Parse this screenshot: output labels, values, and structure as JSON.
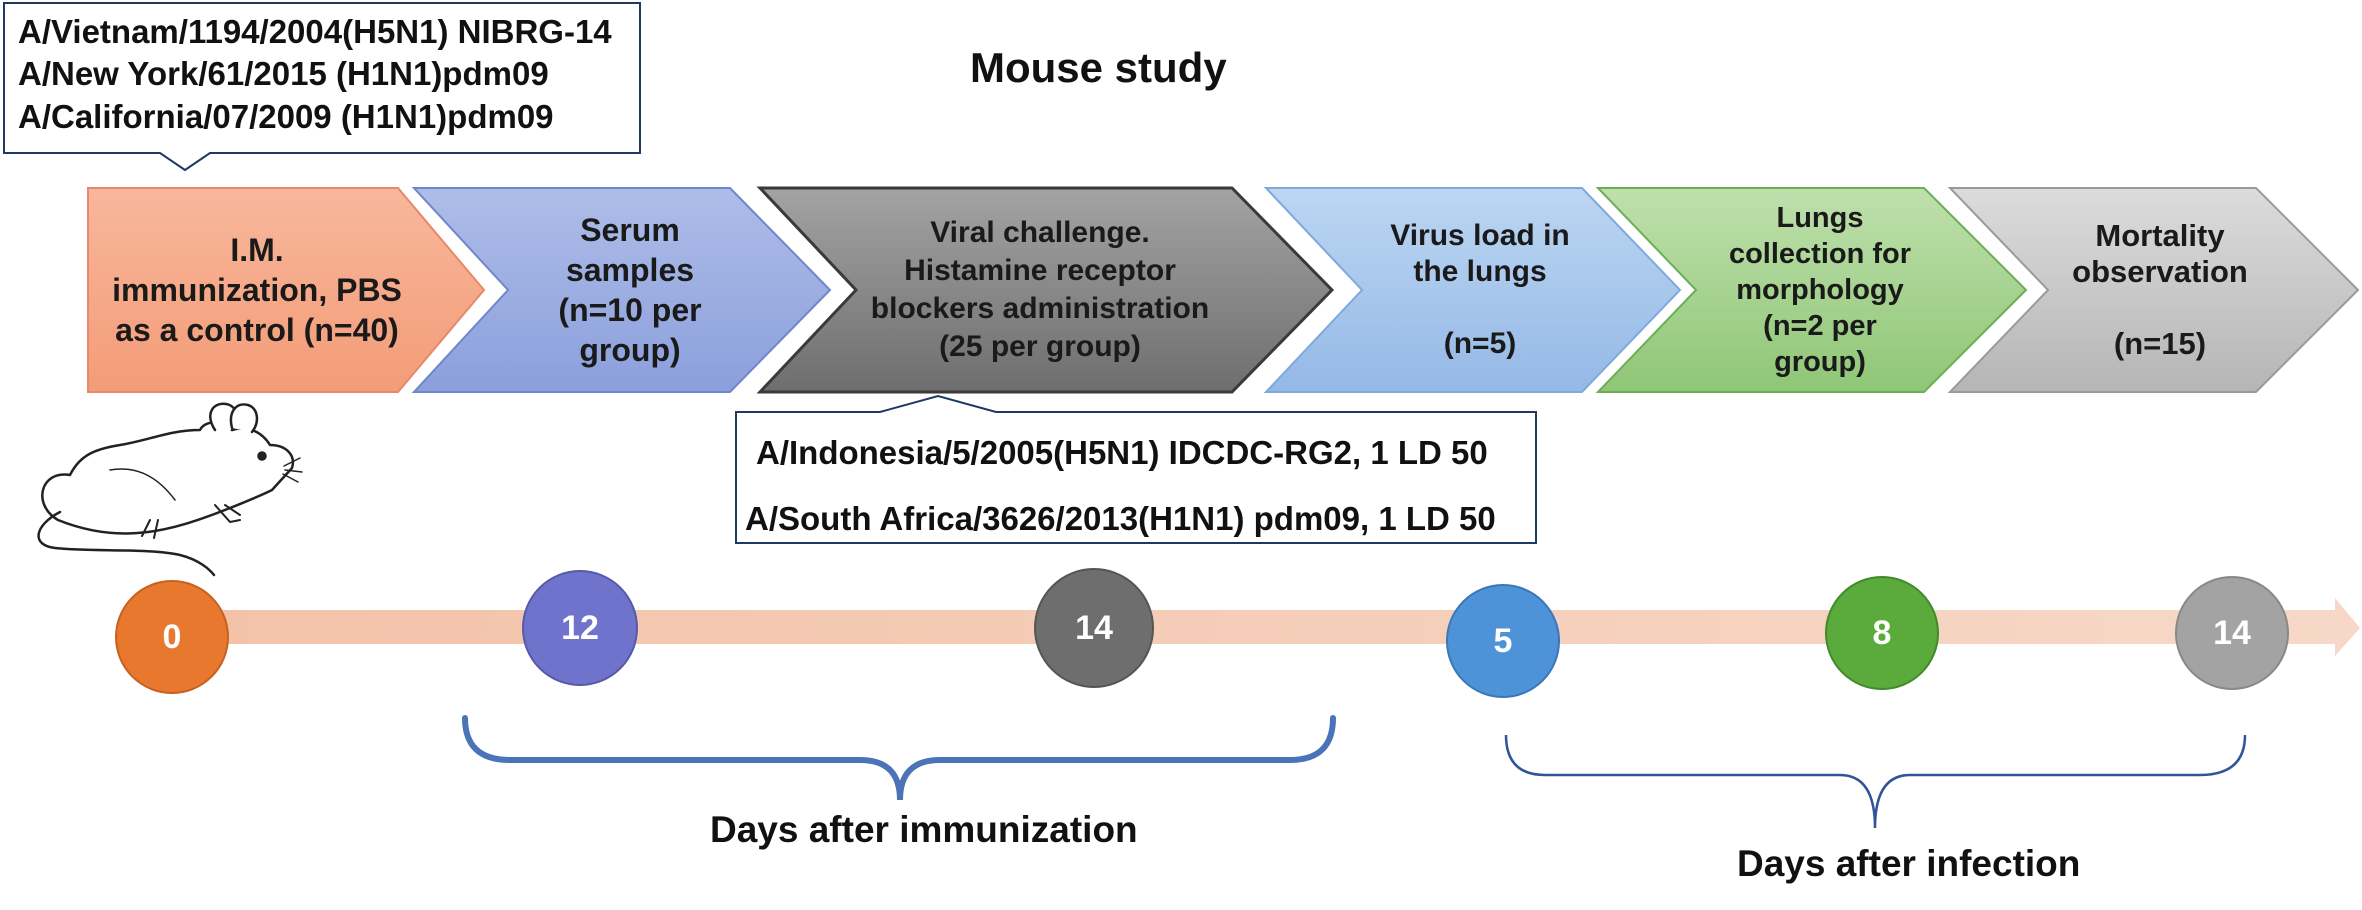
{
  "title": "Mouse study",
  "vaccine_strains": [
    "A/Vietnam/1194/2004(H5N1) NIBRG-14",
    "A/New York/61/2015 (H1N1)pdm09",
    "A/California/07/2009 (H1N1)pdm09"
  ],
  "challenge_strains": [
    "A/Indonesia/5/2005(H5N1) IDCDC-RG2, 1 LD 50",
    "A/South Africa/3626/2013(H1N1) pdm09, 1 LD 50"
  ],
  "steps": [
    {
      "label": "I.M.\nimmunization,  PBS\nas a control  (n=40)",
      "color": "#f5a98a"
    },
    {
      "label": "Serum\nsamples\n(n=10 per\ngroup)",
      "color": "#9aaee0"
    },
    {
      "label": "Viral challenge.\nHistamine receptor\nblockers administration\n(25 per group)",
      "color": "#8c8c8c"
    },
    {
      "label": "Virus load in\nthe lungs\n\n(n=5)",
      "color": "#a9c8ec"
    },
    {
      "label": "Lungs\ncollection for\nmorphology\n(n=2 per\ngroup)",
      "color": "#a9d394"
    },
    {
      "label": "Mortality\nobservation\n\n(n=15)",
      "color": "#c9c9c9"
    }
  ],
  "timeline_days": [
    {
      "day": "0",
      "color": "#e8782e"
    },
    {
      "day": "12",
      "color": "#6f73cc"
    },
    {
      "day": "14",
      "color": "#6e6e6e"
    },
    {
      "day": "5",
      "color": "#4e93d8"
    },
    {
      "day": "8",
      "color": "#5aaa3c"
    },
    {
      "day": "14",
      "color": "#a3a3a3"
    }
  ],
  "axis_labels": {
    "immunization": "Days after immunization",
    "infection": "Days after infection"
  }
}
